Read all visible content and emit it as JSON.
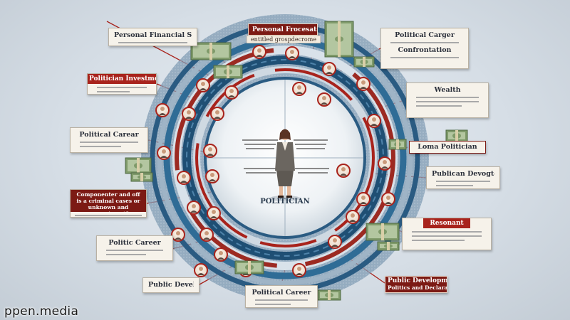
{
  "diagram": {
    "center_label": "POLITICIAN",
    "cards": {
      "top_left": "Personal Financial Situation",
      "top_center_banner": "Personal Frocesation",
      "top_center_sub": "entitled grospdecrome",
      "left_upper": "Politician Investment",
      "left_middle": "Political Carear",
      "left_lower_banner": "Componenter and off is a criminal cases or unknown and encroniment?",
      "left_bottom": "Politic Career",
      "bottom_left": "Public Development",
      "bottom_center": "Political Career",
      "bottom_right_banner": "Public Development",
      "bottom_right_sub": "Politics and Declarations",
      "right_top_a": "Political Carger",
      "right_top_b": "Confrontation",
      "right_upper": "Wealth",
      "right_middle_banner": "Loma Politician",
      "right_lower": "Publican Devogtoment",
      "right_bottom_head": "Resonant"
    }
  },
  "watermark": "ppen.media",
  "colors": {
    "red": "#a8231c",
    "dark_red": "#7c1a14",
    "navy": "#1f4f74",
    "steel": "#3d6f93",
    "card": "#f6f2ea"
  }
}
